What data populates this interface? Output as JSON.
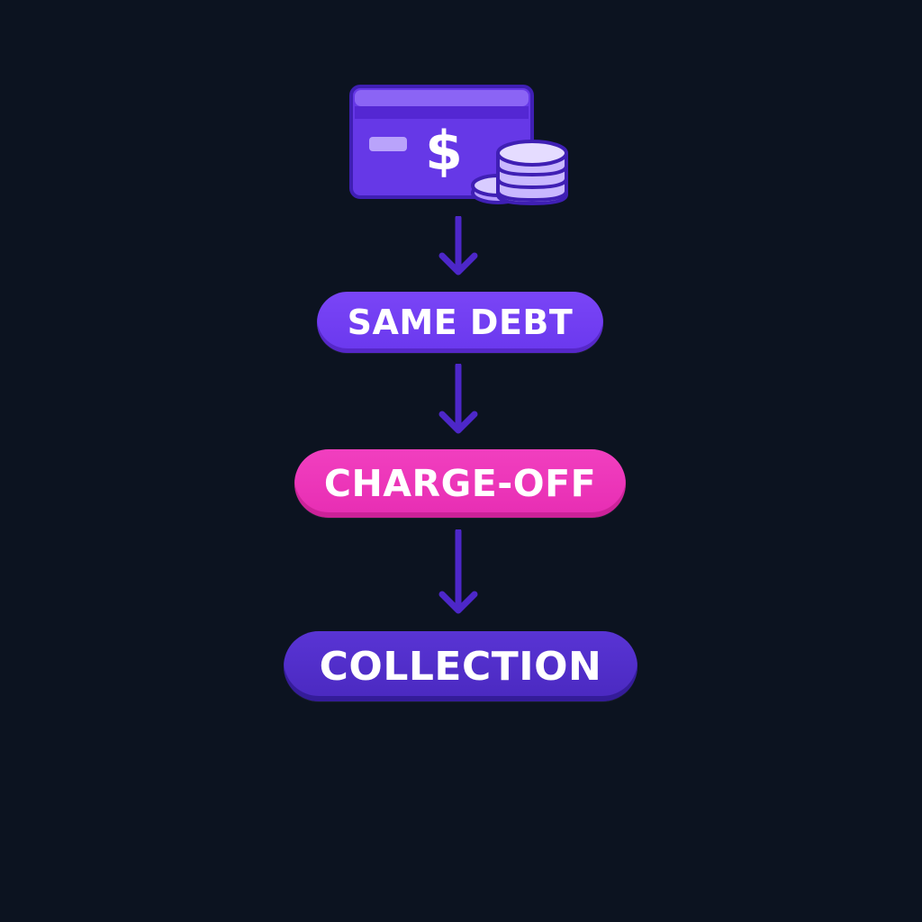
{
  "diagram": {
    "icon": "credit-card-with-dollar-and-coins",
    "icon_glyph": "$",
    "steps": [
      {
        "label": "SAME DEBT",
        "color": "#6f3ff0"
      },
      {
        "label": "CHARGE-OFF",
        "color": "#e935b8"
      },
      {
        "label": "COLLECTION",
        "color": "#522fca"
      }
    ],
    "arrow_color": "#4d27c9"
  }
}
